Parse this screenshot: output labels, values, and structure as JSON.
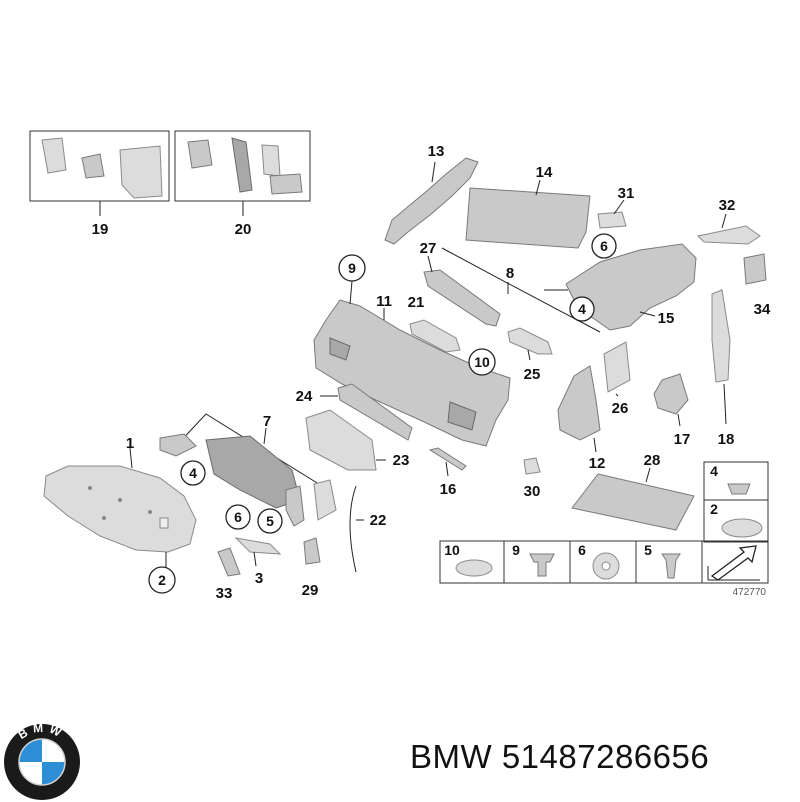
{
  "footer": {
    "brand": "BMW",
    "part_number": "51487286656"
  },
  "logo": {
    "letters": "BMW",
    "colors": {
      "blue": "#2c8fd6",
      "white": "#ffffff",
      "ring": "#1a1a1a"
    }
  },
  "diagram": {
    "ref_number": "472770",
    "labels": {
      "l1": "1",
      "l2": "2",
      "l3": "3",
      "l4a": "4",
      "l4b": "4",
      "l5": "5",
      "l6a": "6",
      "l6b": "6",
      "l7": "7",
      "l8": "8",
      "l9": "9",
      "l10": "10",
      "l11": "11",
      "l12": "12",
      "l13": "13",
      "l14": "14",
      "l15": "15",
      "l16": "16",
      "l17": "17",
      "l18": "18",
      "l19": "19",
      "l20": "20",
      "l21": "21",
      "l22": "22",
      "l23": "23",
      "l24": "24",
      "l25": "25",
      "l26": "26",
      "l27": "27",
      "l28": "28",
      "l29": "29",
      "l30": "30",
      "l31": "31",
      "l32": "32",
      "l33": "33",
      "l34": "34"
    },
    "legend": {
      "right": [
        "4",
        "2"
      ],
      "bottom": [
        "10",
        "9",
        "6",
        "5"
      ]
    }
  }
}
